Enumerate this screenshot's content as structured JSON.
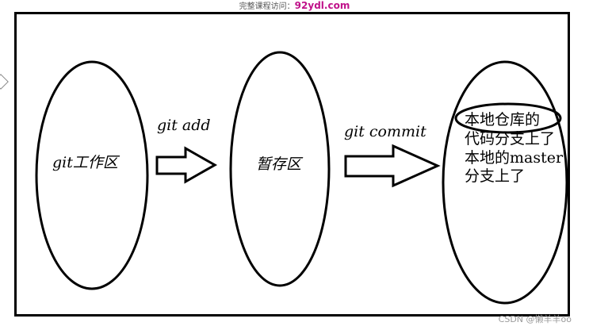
{
  "header": {
    "prefix": "完整课程访问：",
    "url": "92ydl.com"
  },
  "diagram": {
    "nodes": [
      {
        "id": "working",
        "label": "git工作区"
      },
      {
        "id": "staging",
        "label": "暂存区"
      },
      {
        "id": "local_repo",
        "note_lines": [
          "本地仓库的",
          "代码分支上了",
          "本地的master",
          "分支上了"
        ]
      }
    ],
    "edges": [
      {
        "from": "working",
        "to": "staging",
        "label": "git add"
      },
      {
        "from": "staging",
        "to": "local_repo",
        "label": "git commit"
      }
    ]
  },
  "watermark": "CSDN @懒羊羊oo"
}
